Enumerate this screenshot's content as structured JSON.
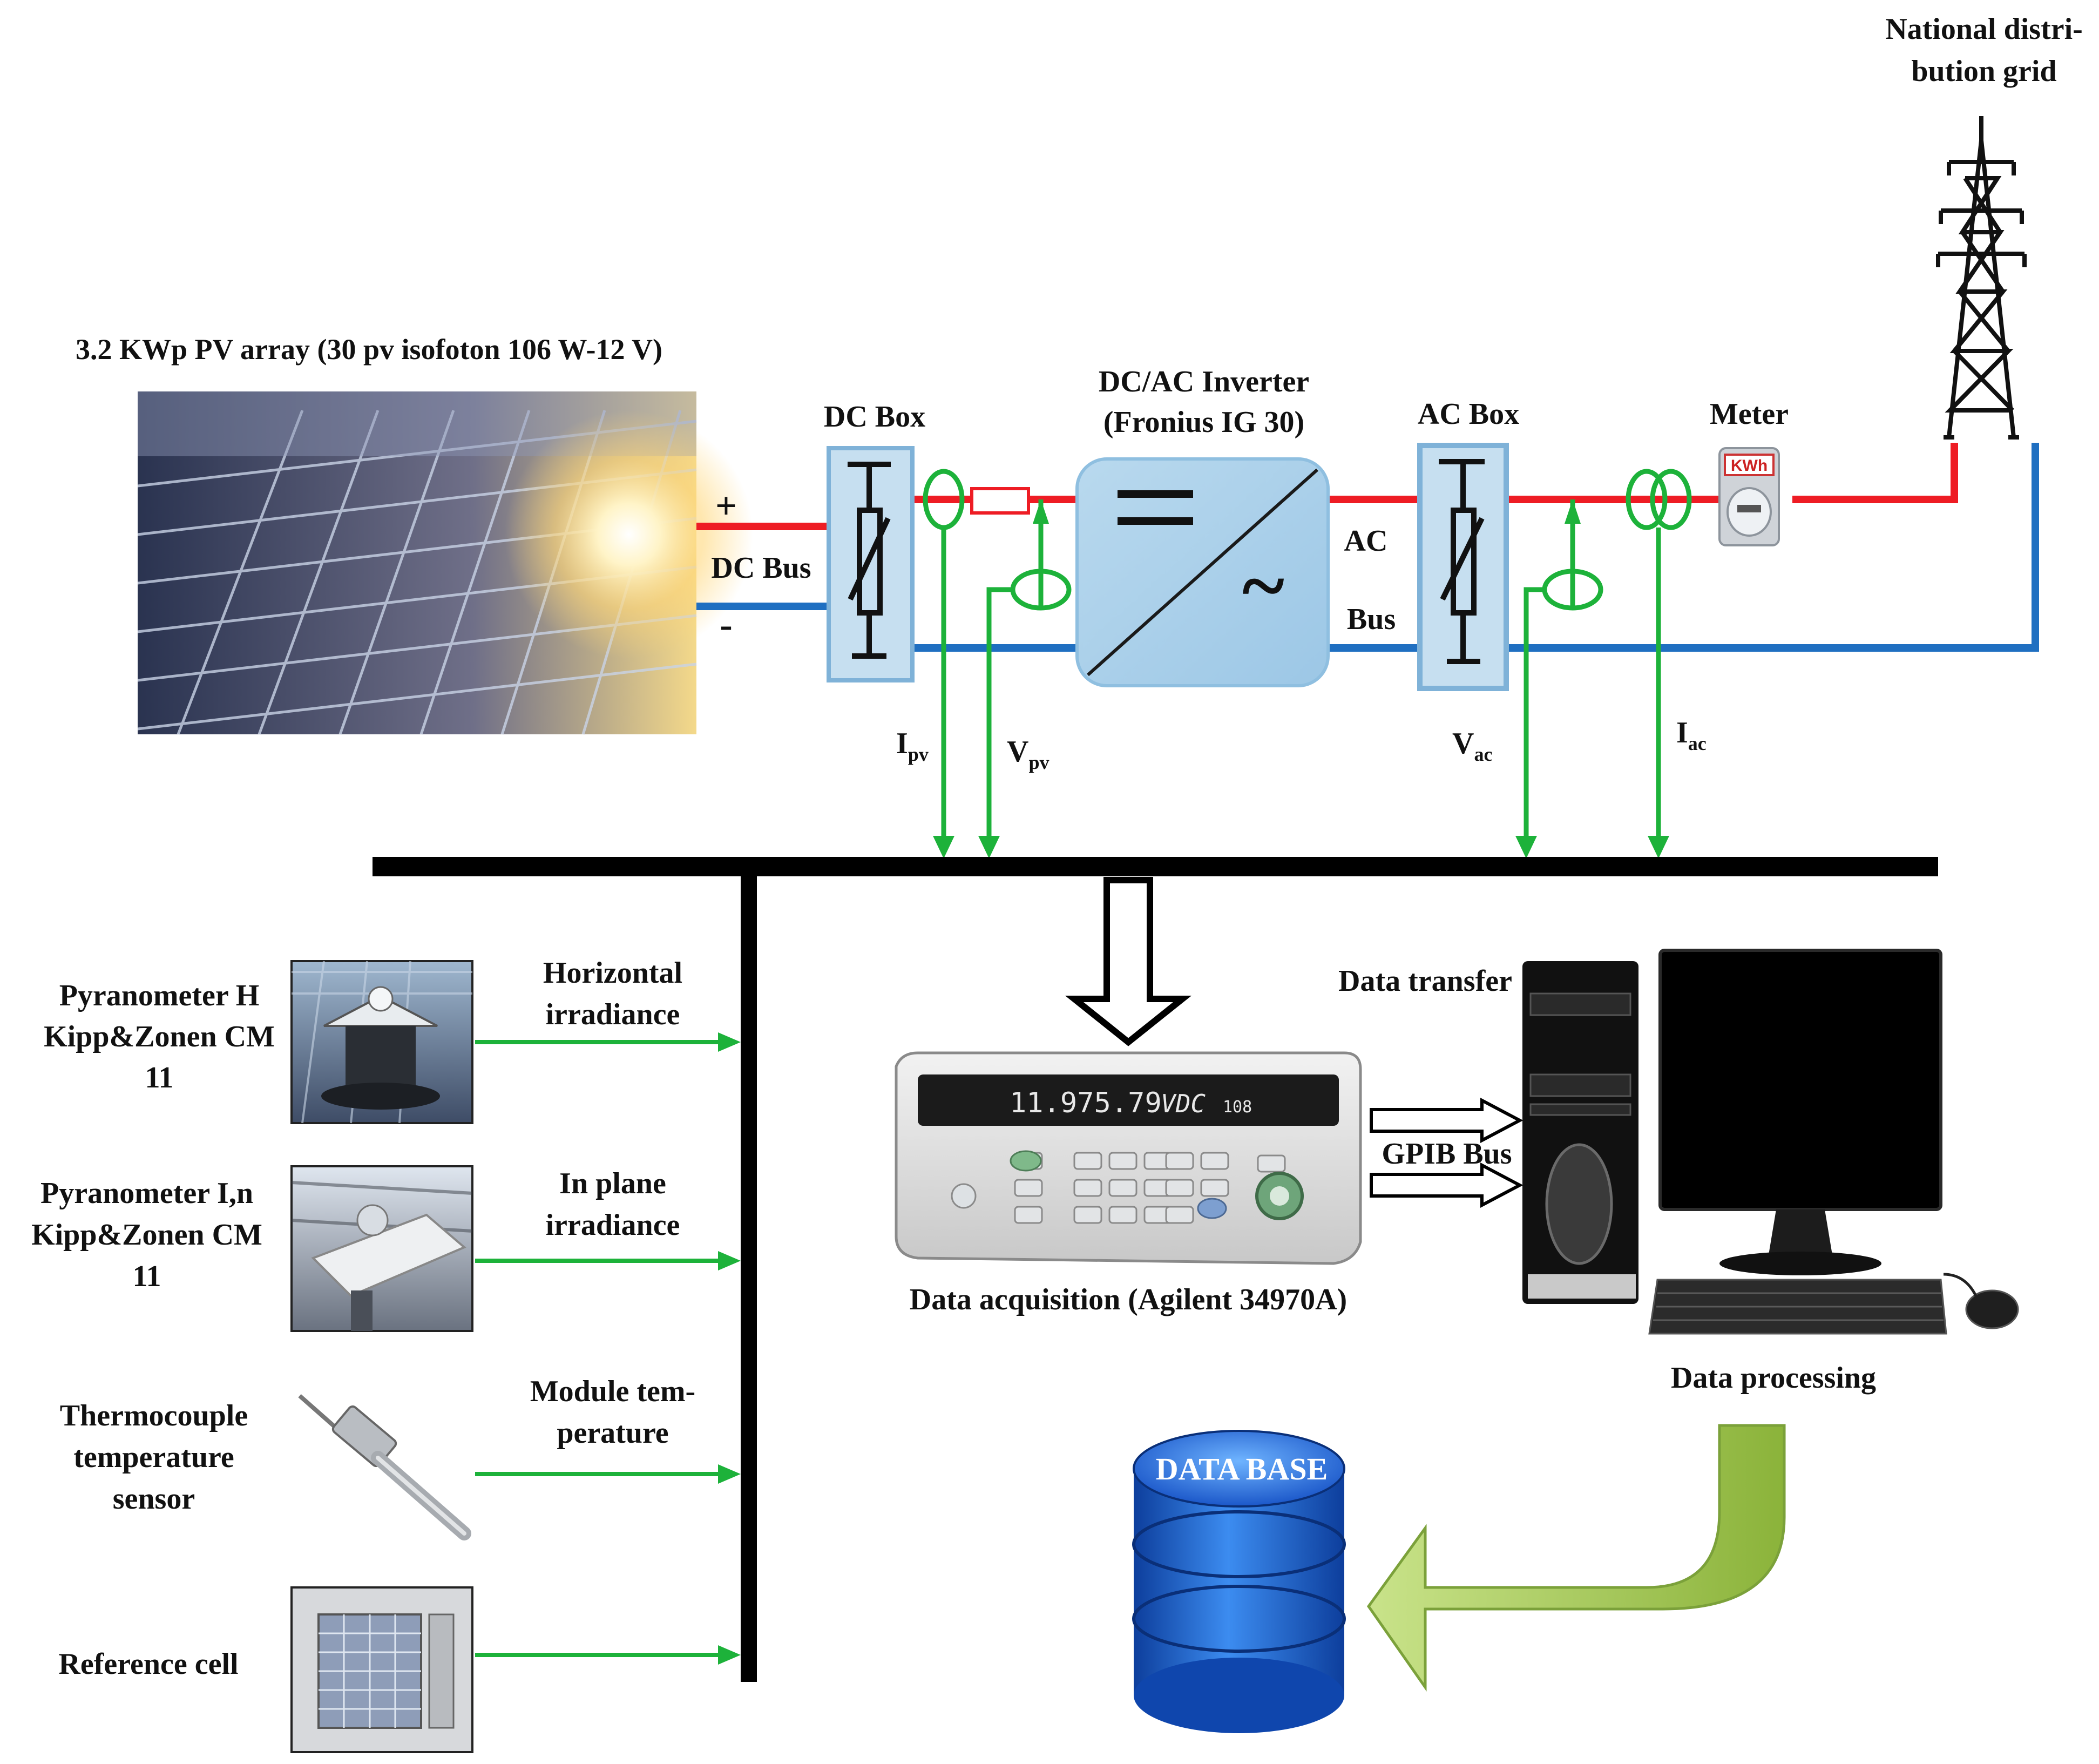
{
  "grid": {
    "title_line1": "National distri-",
    "title_line2": "bution grid"
  },
  "pv_array": {
    "title": "3.2 KWp PV array (30 pv isofoton 106 W-12 V)"
  },
  "dc_bus": {
    "plus": "+",
    "minus": "-",
    "label": "DC Bus"
  },
  "dc_box": {
    "label": "DC Box"
  },
  "inverter": {
    "line1": "DC/AC Inverter",
    "line2": "(Fronius IG 30)",
    "dc_symbol": "=",
    "ac_symbol": "~"
  },
  "ac_bus": {
    "line1": "AC",
    "line2": "Bus"
  },
  "ac_box": {
    "label": "AC Box"
  },
  "meter": {
    "label": "Meter",
    "badge": "KWh"
  },
  "signals": {
    "ipv": {
      "main": "I",
      "sub": "pv"
    },
    "vpv": {
      "main": "V",
      "sub": "pv"
    },
    "vac": {
      "main": "V",
      "sub": "ac"
    },
    "iac": {
      "main": "I",
      "sub": "ac"
    }
  },
  "sensors": [
    {
      "lines": [
        "Pyranometer H",
        "Kipp&Zonen CM",
        "11"
      ],
      "signal": [
        "Horizontal",
        "irradiance"
      ]
    },
    {
      "lines": [
        "Pyranometer I,n",
        "Kipp&Zonen CM",
        "11"
      ],
      "signal": [
        "In plane",
        "irradiance"
      ]
    },
    {
      "lines": [
        "Thermocouple",
        "temperature",
        "sensor"
      ],
      "signal": [
        "Module tem-",
        "perature"
      ]
    },
    {
      "lines": [
        "Reference cell"
      ],
      "signal": []
    }
  ],
  "daq": {
    "label": "Data acquisition (Agilent 34970A)",
    "display_value": "11.975.79",
    "display_unit": "VDC",
    "display_extra": "108"
  },
  "transfer": {
    "label": "Data transfer",
    "bus": "GPIB Bus"
  },
  "processing": {
    "label": "Data processing"
  },
  "database": {
    "label": "DATA BASE"
  },
  "colors": {
    "positive": "#ee1c24",
    "negative": "#1f6fc1",
    "signal": "#1db23a",
    "box_fill": "#c6dff0",
    "box_edge": "#7fb2d8",
    "bus": "#000000",
    "db_blue": "#1b57c9",
    "arrow_green": "#9ac244"
  }
}
